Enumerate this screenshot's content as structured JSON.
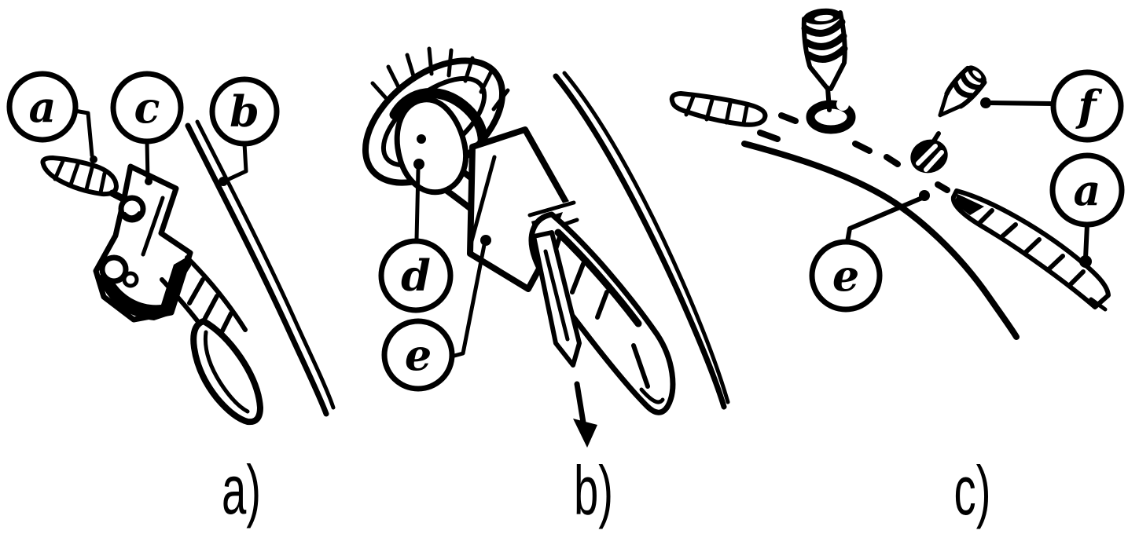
{
  "colors": {
    "ink": "#000000",
    "paper": "#ffffff"
  },
  "panels": [
    {
      "caption": "a)",
      "labels": [
        "a",
        "c",
        "b"
      ]
    },
    {
      "caption": "b)",
      "labels": [
        "d",
        "e"
      ]
    },
    {
      "caption": "c)",
      "labels": [
        "f",
        "a",
        "e"
      ]
    }
  ]
}
